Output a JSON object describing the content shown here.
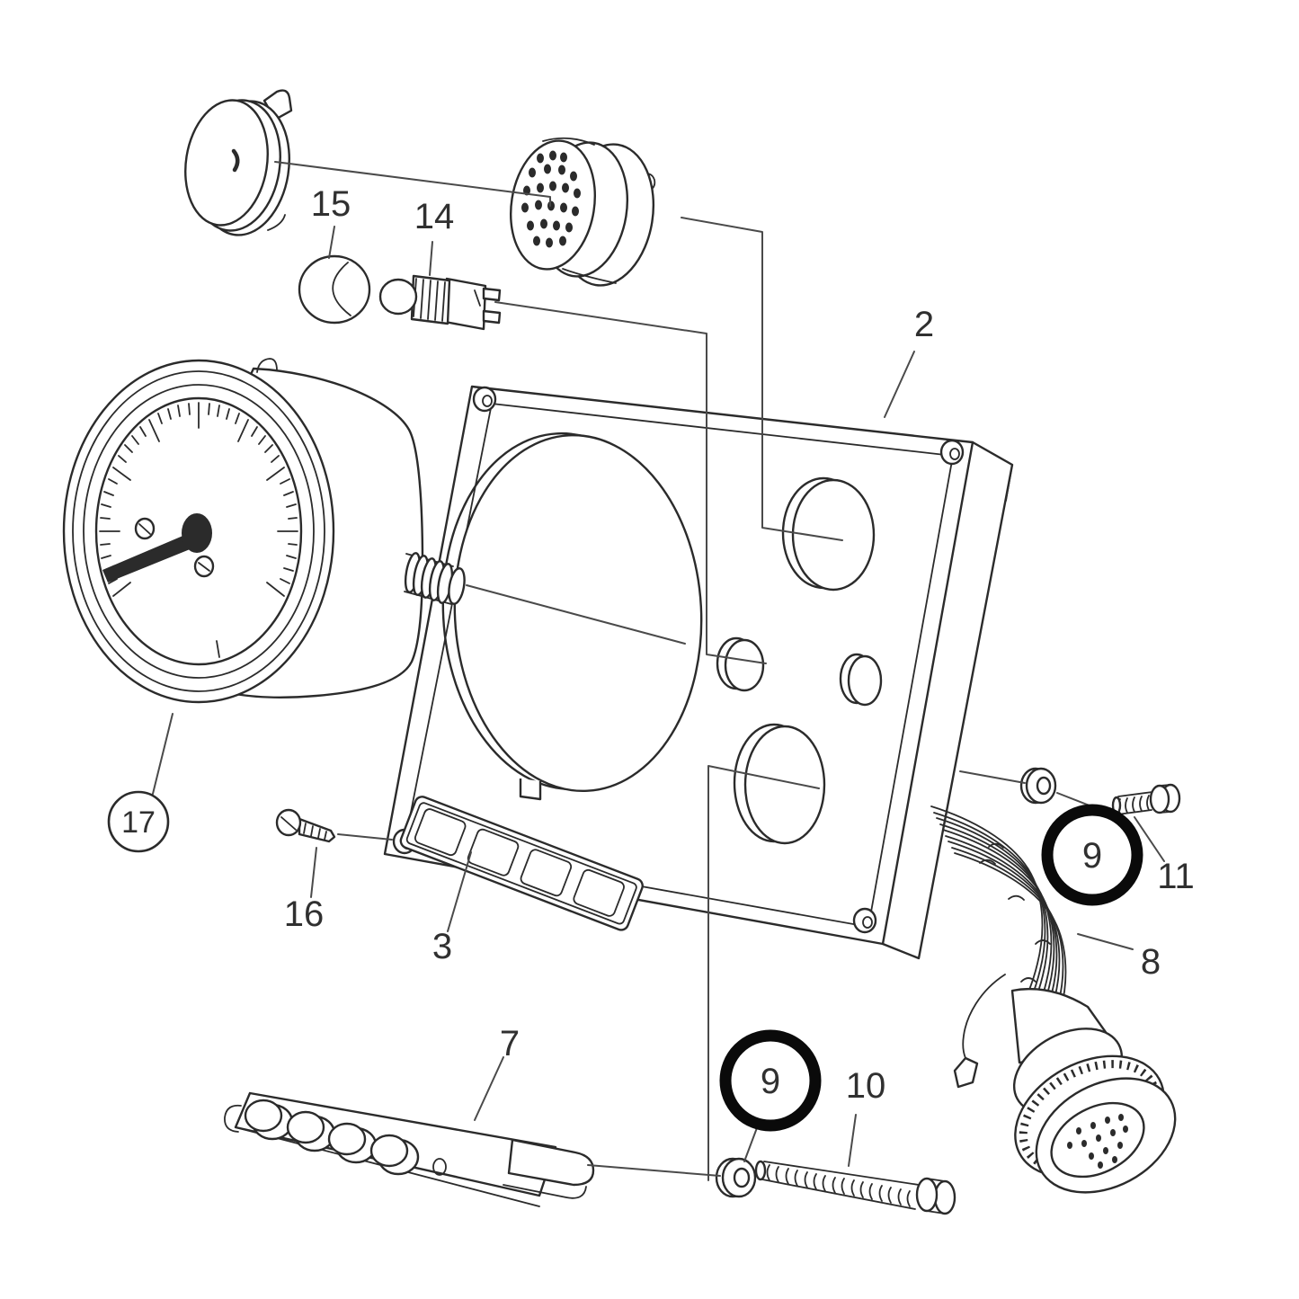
{
  "diagram": {
    "type": "exploded-parts-diagram",
    "subject": "instrument-panel-with-tachometer-and-wiring-harness",
    "colors": {
      "background": "#ffffff",
      "line": "#2b2b2b",
      "label": "#303030",
      "bold_callout": "#0a0a0a"
    },
    "callouts": {
      "panel": {
        "label": "2"
      },
      "light_strip": {
        "label": "3"
      },
      "switch_bracket": {
        "label": "7"
      },
      "wiring_harness": {
        "label": "8"
      },
      "washer_lower": {
        "label": "9"
      },
      "washer_side": {
        "label": "9"
      },
      "mounting_bolt": {
        "label": "10"
      },
      "side_screw": {
        "label": "11"
      },
      "bulb_socket": {
        "label": "14"
      },
      "cap_nut": {
        "label": "15"
      },
      "corner_screw": {
        "label": "16"
      },
      "tachometer": {
        "label": "17"
      }
    }
  }
}
